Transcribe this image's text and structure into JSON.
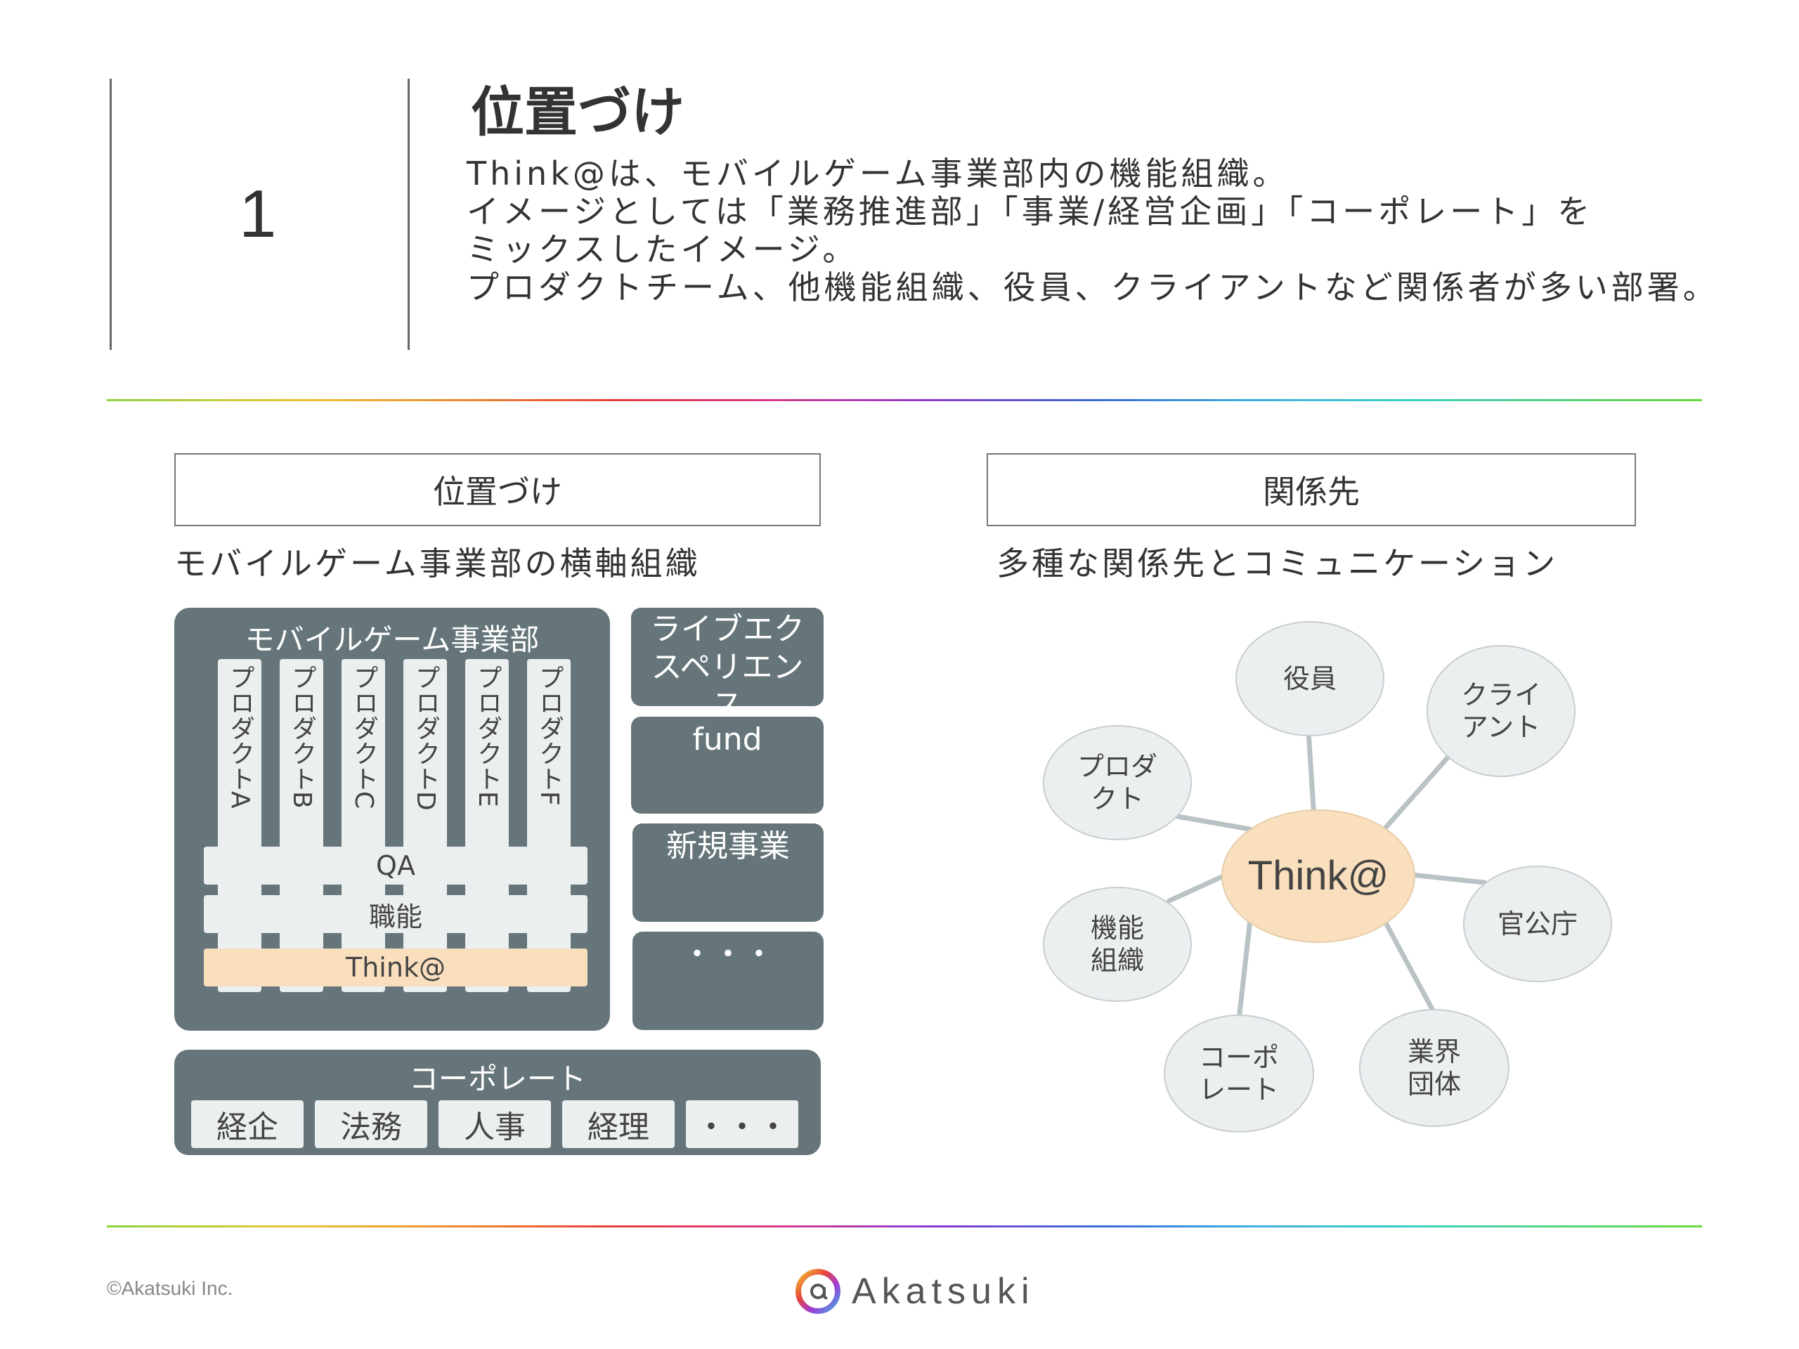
{
  "header": {
    "number": "1",
    "title": "位置づけ",
    "description": [
      "Think@は、モバイルゲーム事業部内の機能組織。",
      "イメージとしては「業務推進部」「事業/経営企画」「コーポレート」を",
      "ミックスしたイメージ。",
      "プロダクトチーム、他機能組織、役員、クライアントなど関係者が多い部署。"
    ]
  },
  "left": {
    "heading": "位置づけ",
    "subtitle": "モバイルゲーム事業部の横軸組織",
    "division_title": "モバイルゲーム事業部",
    "products": [
      "プロダクトA",
      "プロダクトB",
      "プロダクトC",
      "プロダクトD",
      "プロダクトE",
      "プロダクトF"
    ],
    "bars": [
      "QA",
      "職能",
      "Think@"
    ],
    "side_boxes": [
      "ライブエクスペリエンス",
      "fund",
      "新規事業",
      "・・・"
    ],
    "corporate_title": "コーポレート",
    "corporate_items": [
      "経企",
      "法務",
      "人事",
      "経理",
      "・・・"
    ]
  },
  "right": {
    "heading": "関係先",
    "subtitle": "多種な関係先とコミュニケーション",
    "center": "Think@",
    "nodes": [
      "役員",
      "クライ\nアント",
      "官公庁",
      "業界\n団体",
      "コーポ\nレート",
      "機能\n組織",
      "プロダ\nクト"
    ]
  },
  "footer": {
    "copyright": "©Akatsuki Inc.",
    "logo_text": "Akatsuki"
  },
  "colors": {
    "panel": "#65757a",
    "highlight": "#f9dfbd",
    "light": "#eceff0"
  }
}
